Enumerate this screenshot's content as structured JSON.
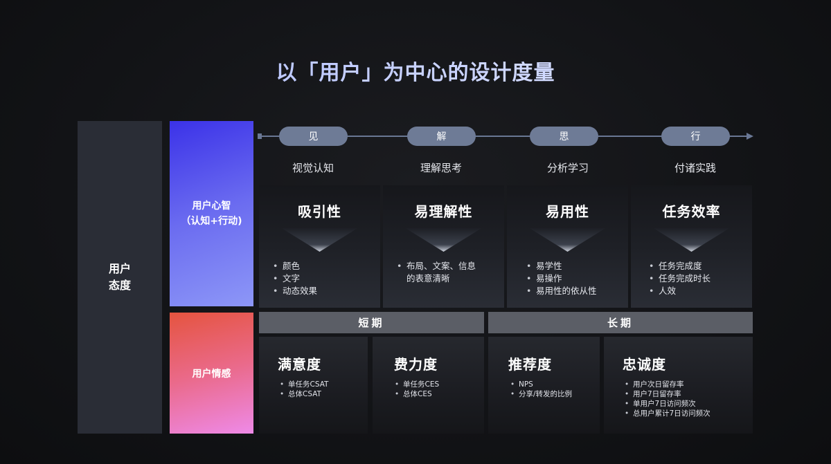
{
  "title": "以「用户」为中心的设计度量",
  "rows": {
    "attitude": "用户\n态度",
    "mind": "用户心智\n（认知+行动)",
    "emotion": "用户情感"
  },
  "axis": {
    "pills": [
      "见",
      "解",
      "思",
      "行"
    ],
    "stages": [
      "视觉认知",
      "理解思考",
      "分析学习",
      "付诸实践"
    ]
  },
  "mind_metrics": [
    {
      "title": "吸引性",
      "items": [
        "颜色",
        "文字",
        "动态效果"
      ]
    },
    {
      "title": "易理解性",
      "items": [
        "布局、文案、信息\n的表意清晰"
      ]
    },
    {
      "title": "易用性",
      "items": [
        "易学性",
        "易操作",
        "易用性的依从性"
      ]
    },
    {
      "title": "任务效率",
      "items": [
        "任务完成度",
        "任务完成时长",
        "人效"
      ]
    }
  ],
  "term_bars": [
    "短期",
    "长期"
  ],
  "emotion_metrics": [
    {
      "title": "满意度",
      "items": [
        "单任务CSAT",
        "总体CSAT"
      ]
    },
    {
      "title": "费力度",
      "items": [
        "单任务CES",
        "总体CES"
      ]
    },
    {
      "title": "推荐度",
      "items": [
        "NPS",
        "分享/转发的比例"
      ]
    },
    {
      "title": "忠诚度",
      "items": [
        "用户次日留存率",
        "用户7日留存率",
        "单用户7日访问频次",
        "总用户累计7日访问频次"
      ]
    }
  ]
}
